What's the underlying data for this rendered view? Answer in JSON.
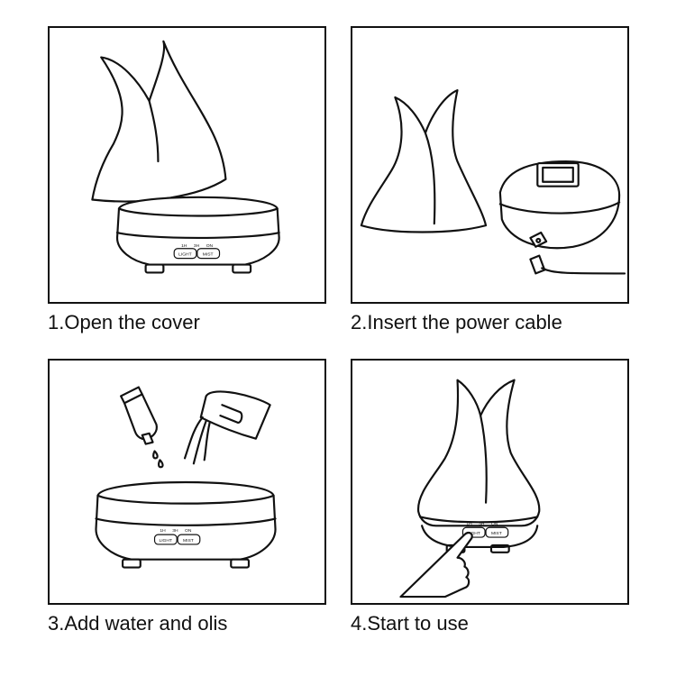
{
  "steps": [
    {
      "caption": "1.Open the cover"
    },
    {
      "caption": "2.Insert the power cable"
    },
    {
      "caption": "3.Add water and olis"
    },
    {
      "caption": "4.Start to use"
    }
  ],
  "control_panel": {
    "timer_labels": [
      "1H",
      "3H",
      "ON"
    ],
    "light_label": "LIGHT",
    "mist_label": "MIST"
  }
}
